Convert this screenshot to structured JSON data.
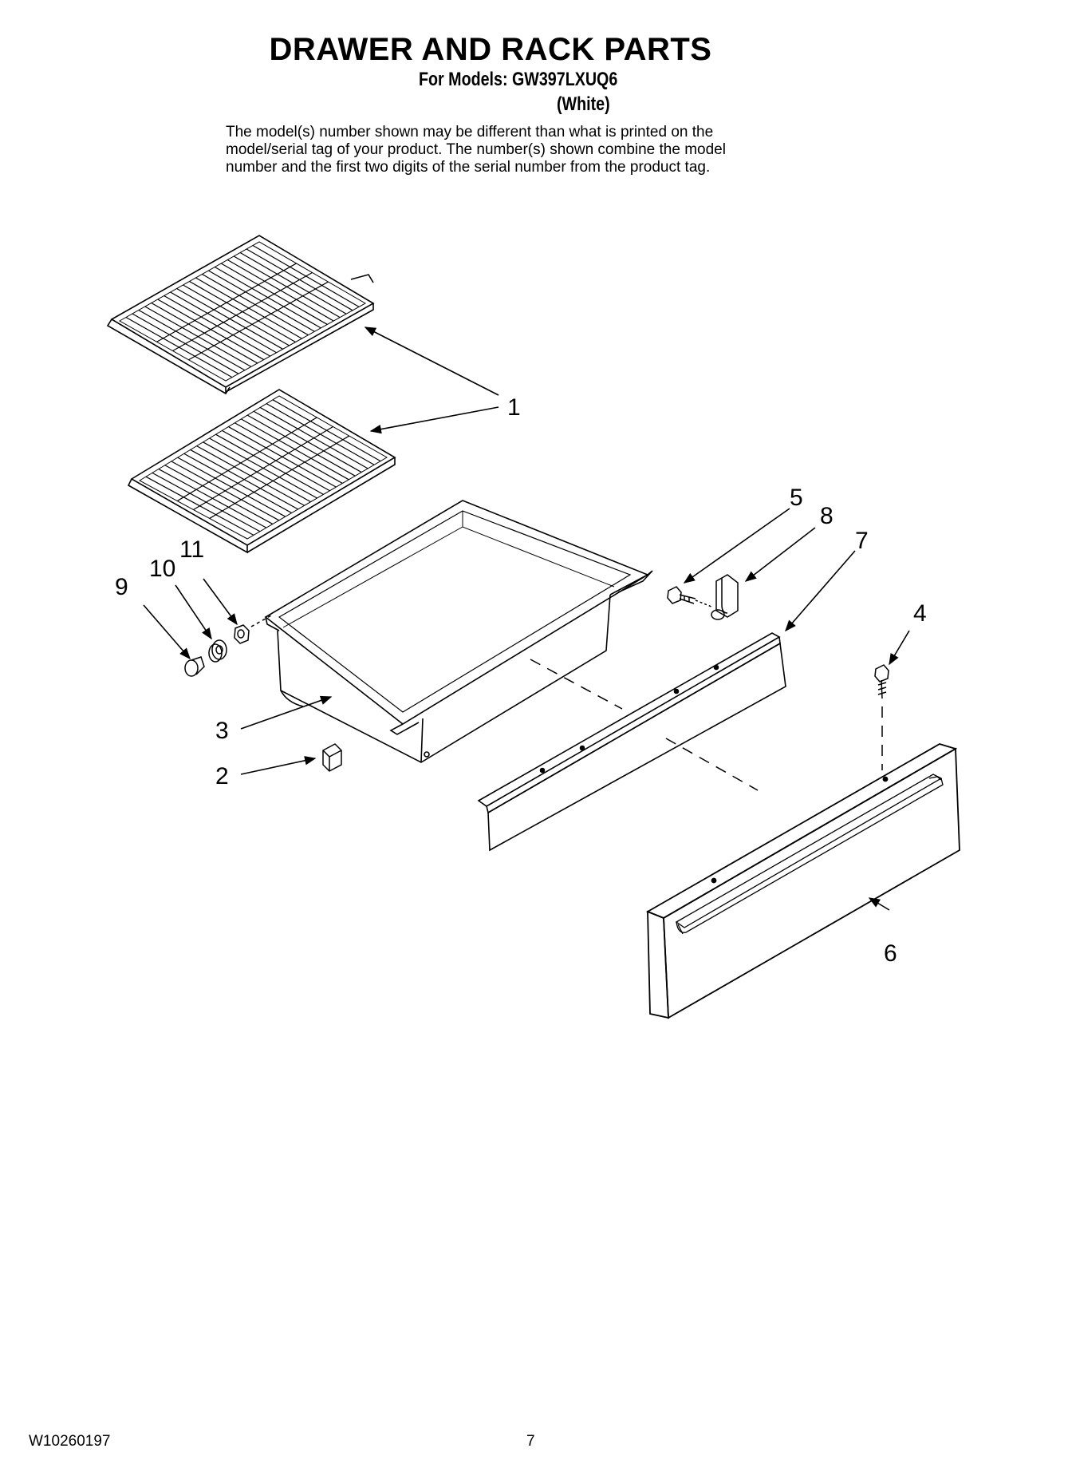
{
  "header": {
    "title": "DRAWER AND RACK PARTS",
    "models": "For Models: GW397LXUQ6",
    "color": "(White)",
    "disclaimer": [
      "The model(s) number shown may be different than what is printed on the",
      "model/serial tag of your product. The number(s) shown combine the model",
      "number and the first two digits of the serial number from the product tag."
    ]
  },
  "callouts": {
    "c1": "1",
    "c2": "2",
    "c3": "3",
    "c4": "4",
    "c5": "5",
    "c6": "6",
    "c7": "7",
    "c8": "8",
    "c9": "9",
    "c10": "10",
    "c11": "11"
  },
  "footer": {
    "doc_number": "W10260197",
    "page": "7"
  }
}
